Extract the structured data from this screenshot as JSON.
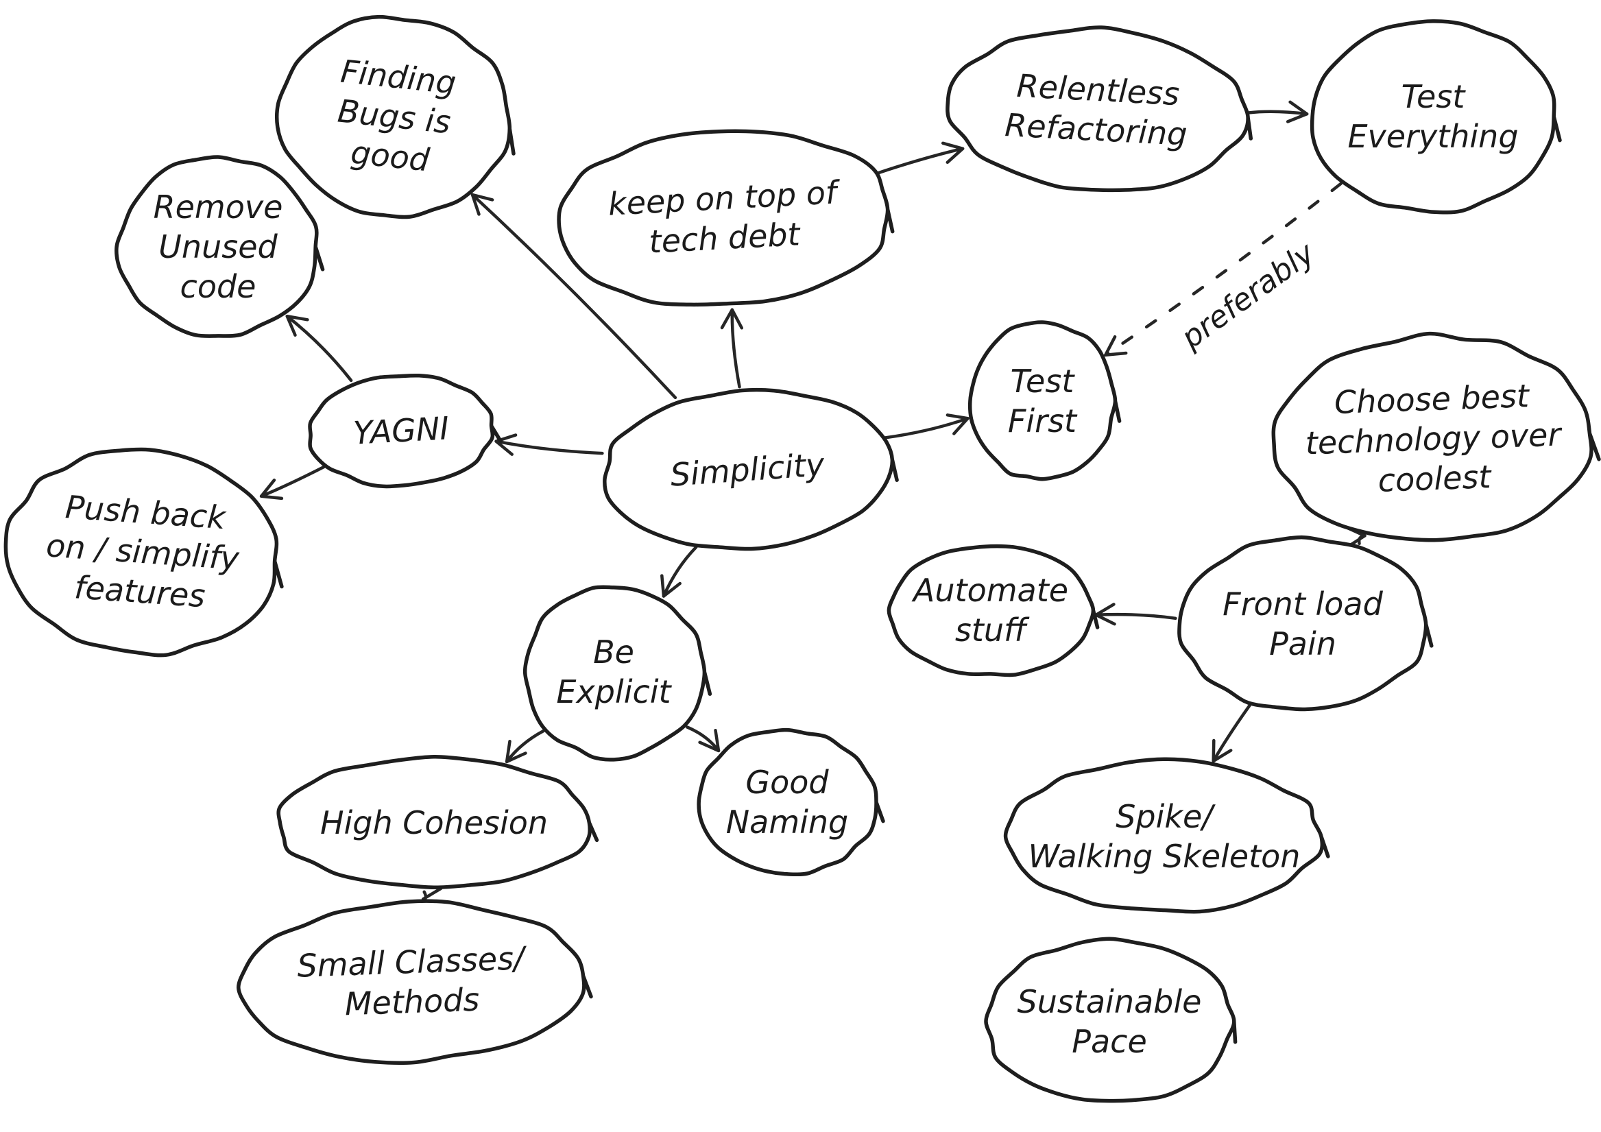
{
  "diagram": {
    "nodes": [
      {
        "id": "simplicity",
        "lines": [
          "Simplicity"
        ]
      },
      {
        "id": "yagni",
        "lines": [
          "YAGNI"
        ]
      },
      {
        "id": "finding-bugs",
        "lines": [
          "Finding",
          "Bugs is",
          "good"
        ]
      },
      {
        "id": "remove-unused",
        "lines": [
          "Remove",
          "Unused",
          "code"
        ]
      },
      {
        "id": "push-back",
        "lines": [
          "Push back",
          "on / simplify",
          "features"
        ]
      },
      {
        "id": "tech-debt",
        "lines": [
          "keep on top of",
          "tech debt"
        ]
      },
      {
        "id": "relentless-refactoring",
        "lines": [
          "Relentless",
          "Refactoring"
        ]
      },
      {
        "id": "test-everything",
        "lines": [
          "Test",
          "Everything"
        ]
      },
      {
        "id": "test-first",
        "lines": [
          "Test",
          "First"
        ]
      },
      {
        "id": "choose-best",
        "lines": [
          "Choose best",
          "technology over",
          "coolest"
        ]
      },
      {
        "id": "front-load",
        "lines": [
          "Front load",
          "Pain"
        ]
      },
      {
        "id": "automate",
        "lines": [
          "Automate",
          "stuff"
        ]
      },
      {
        "id": "spike",
        "lines": [
          "Spike/",
          "Walking Skeleton"
        ]
      },
      {
        "id": "sustainable",
        "lines": [
          "Sustainable",
          "Pace"
        ]
      },
      {
        "id": "be-explicit",
        "lines": [
          "Be",
          "Explicit"
        ]
      },
      {
        "id": "good-naming",
        "lines": [
          "Good",
          "Naming"
        ]
      },
      {
        "id": "high-cohesion",
        "lines": [
          "High Cohesion"
        ]
      },
      {
        "id": "small-classes",
        "lines": [
          "Small Classes/",
          "Methods"
        ]
      }
    ],
    "edges": [
      {
        "from": "simplicity",
        "to": "yagni"
      },
      {
        "from": "simplicity",
        "to": "finding-bugs"
      },
      {
        "from": "simplicity",
        "to": "tech-debt"
      },
      {
        "from": "simplicity",
        "to": "test-first"
      },
      {
        "from": "simplicity",
        "to": "be-explicit"
      },
      {
        "from": "yagni",
        "to": "remove-unused"
      },
      {
        "from": "yagni",
        "to": "push-back"
      },
      {
        "from": "tech-debt",
        "to": "relentless-refactoring"
      },
      {
        "from": "relentless-refactoring",
        "to": "test-everything"
      },
      {
        "from": "test-everything",
        "to": "test-first",
        "label": "preferably",
        "dashed": true
      },
      {
        "from": "front-load",
        "to": "choose-best"
      },
      {
        "from": "front-load",
        "to": "automate"
      },
      {
        "from": "front-load",
        "to": "spike"
      },
      {
        "from": "be-explicit",
        "to": "good-naming"
      },
      {
        "from": "be-explicit",
        "to": "high-cohesion"
      },
      {
        "from": "high-cohesion",
        "to": "small-classes"
      }
    ],
    "colors": {
      "ink": "#1e1e1e",
      "paper": "#ffffff"
    }
  }
}
